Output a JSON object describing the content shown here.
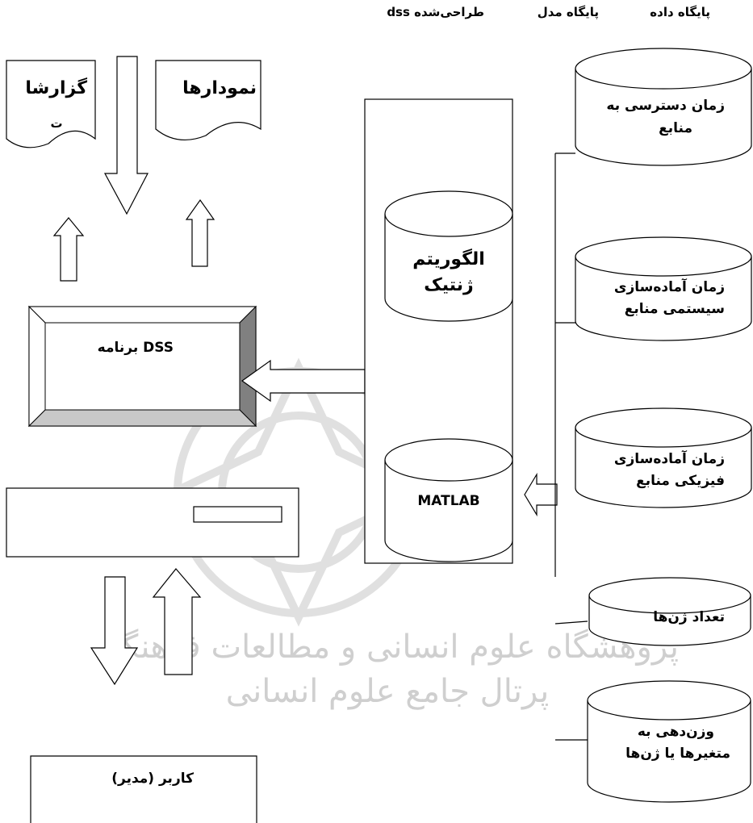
{
  "header": {
    "database": "پایگاه داده",
    "model_base": "پایگاه مدل",
    "designed_dss": "dss طراحی‌شده"
  },
  "outputs": {
    "charts": "نمودارها",
    "reports": "گزارشا",
    "reports_tail": "ت"
  },
  "dss_program": "برنامه DSS",
  "model_base": {
    "genetic_line1": "الگوریتم",
    "genetic_line2": "ژنتیک",
    "matlab": "MATLAB"
  },
  "database": {
    "items": [
      {
        "lines": [
          "زمان دسترسی به",
          "منابع"
        ]
      },
      {
        "lines": [
          "زمان آماده‌سازی",
          "سیستمی منابع"
        ]
      },
      {
        "lines": [
          "زمان آماده‌سازی",
          "فیزیکی منابع"
        ]
      },
      {
        "lines": [
          "تعداد ژن‌ها"
        ]
      },
      {
        "lines": [
          "وزن‌دهی به",
          "متغیرها یا ژن‌ها"
        ]
      }
    ]
  },
  "user": "کاربر (مدیر)",
  "watermark": {
    "line1": "پژوهشگاه علوم انسانی و مطالعات فرهنگی",
    "line2": "پرتال جامع علوم انسانی"
  },
  "colors": {
    "stroke": "#000000",
    "bevel_dark": "#808080",
    "bevel_light": "#c8c8c8",
    "watermark": "#d9d9d9"
  }
}
